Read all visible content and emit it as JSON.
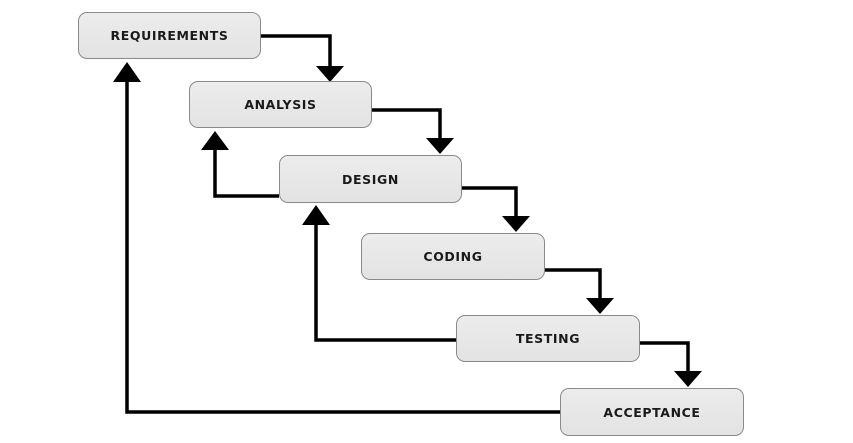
{
  "stages": [
    {
      "label": "REQUIREMENTS"
    },
    {
      "label": "ANALYSIS"
    },
    {
      "label": "DESIGN"
    },
    {
      "label": "CODING"
    },
    {
      "label": "TESTING"
    },
    {
      "label": "ACCEPTANCE"
    }
  ],
  "colors": {
    "box_fill": "#e6e6e6",
    "box_border": "#8a8a8a",
    "arrow": "#000000",
    "text": "#1a1a1a"
  }
}
